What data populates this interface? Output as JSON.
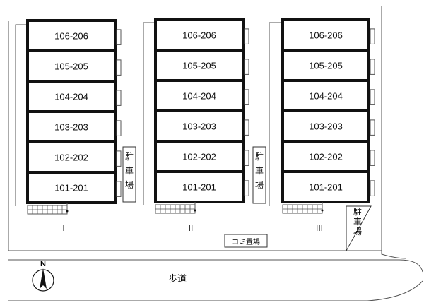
{
  "buildings": [
    {
      "label": "I",
      "units": [
        "106-206",
        "105-205",
        "104-204",
        "103-203",
        "102-202",
        "101-201"
      ],
      "parking_label": "駐車場"
    },
    {
      "label": "II",
      "units": [
        "106-206",
        "105-205",
        "104-204",
        "103-203",
        "102-202",
        "101-201"
      ],
      "parking_label": "駐車場"
    },
    {
      "label": "III",
      "units": [
        "106-206",
        "105-205",
        "104-204",
        "103-203",
        "102-202",
        "101-201"
      ],
      "parking_label": "駐車場"
    }
  ],
  "garbage_area_label": "コミ置場",
  "sidewalk_label": "歩道",
  "north_label": "N",
  "colors": {
    "line": "#111111",
    "thin_line": "#555555",
    "background": "#ffffff"
  }
}
